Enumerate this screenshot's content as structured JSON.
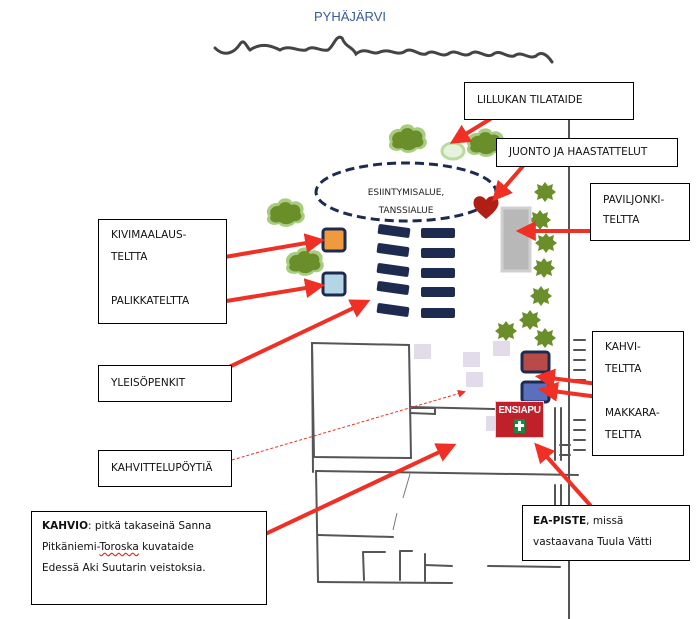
{
  "map": {
    "title": "PYHÄJÄRVI",
    "stage": {
      "line1": "ESIINTYMISALUE,",
      "line2": "TANSSIALUE"
    },
    "first_aid_sign": "ENSIAPU",
    "colors": {
      "arrow": "#f03024",
      "tree": "#6a8f2a",
      "tree_halo": "#a8cc80",
      "bench": "#1e2b50",
      "kivimaalaus_tent": "#ef9a3c",
      "palikka_tent": "#b4d6e4",
      "kahvi_tent": "#b84a48",
      "makkara_tent": "#5a6fbe",
      "pavilion": "#b8b8b8",
      "heart": "#b01e16",
      "coffee_tables": "#e2dcea",
      "title": "#3a5a9a"
    }
  },
  "labels": {
    "lillukka": "LILLUKAN TILATAIDE",
    "juonto": "JUONTO JA HAASTATTELUT",
    "paviljonki": {
      "line1": "PAVILJONKI-",
      "line2": "TELTTA"
    },
    "kivimaalaus": {
      "line1": "KIVIMAALAUS-",
      "line2": "TELTTA"
    },
    "palikka": "PALIKKATELTTA",
    "yleisopenkit": "YLEISÖPENKIT",
    "kahvi": {
      "line1": "KAHVI-",
      "line2": "TELTTA"
    },
    "makkara": {
      "line1": "MAKKARA-",
      "line2": "TELTTA"
    },
    "kahvittelupoytia": "KAHVITTELUPÖYTIÄ",
    "kahvio": {
      "bold": "KAHVIO",
      "rest1": ": pitkä takaseinä Sanna",
      "line2a": "Pitkäniemi-",
      "line2b": "Toroska",
      "line2c": " kuvataide",
      "line3": "Edessä Aki Suutarin veistoksia."
    },
    "ea_piste": {
      "bold": "EA-PISTE",
      "rest1": ", missä",
      "line2": "vastaavana Tuula Vätti"
    }
  }
}
